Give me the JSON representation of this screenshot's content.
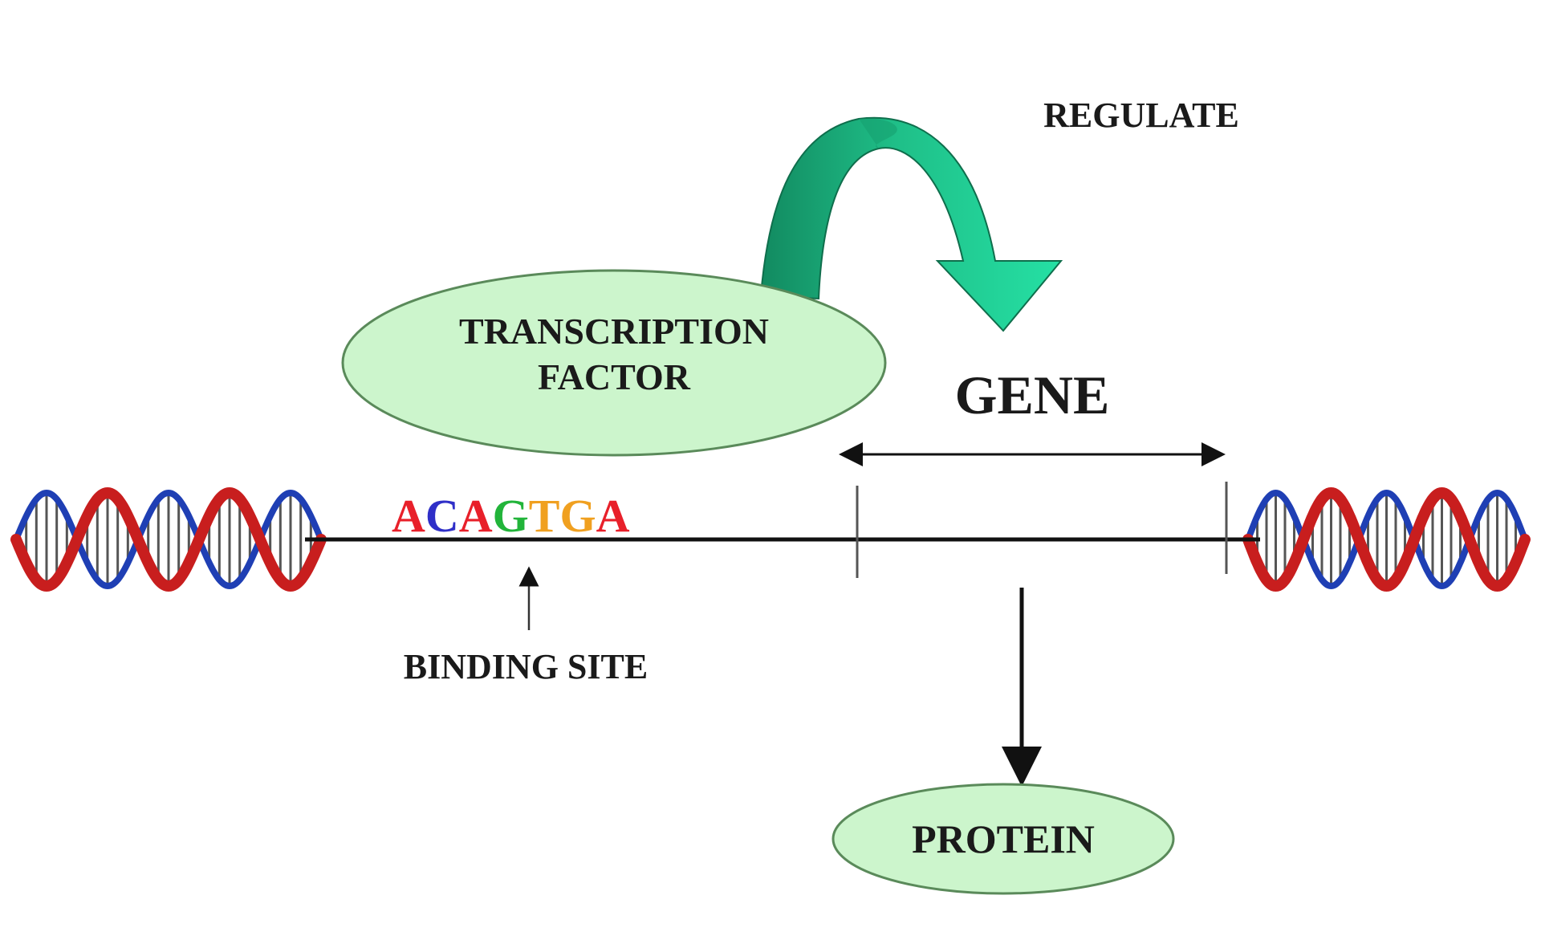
{
  "labels": {
    "regulate": "REGULATE",
    "transcription_factor_line1": "TRANSCRIPTION",
    "transcription_factor_line2": "FACTOR",
    "gene": "GENE",
    "binding_site": "BINDING SITE",
    "protein": "PROTEIN"
  },
  "sequence": [
    {
      "base": "A",
      "color": "#e8202a"
    },
    {
      "base": "C",
      "color": "#2f2fc8"
    },
    {
      "base": "A",
      "color": "#e8202a"
    },
    {
      "base": "G",
      "color": "#22b43a"
    },
    {
      "base": "T",
      "color": "#f0a020"
    },
    {
      "base": "G",
      "color": "#f0a020"
    },
    {
      "base": "A",
      "color": "#e8202a"
    }
  ],
  "colors": {
    "ellipse_fill": "#ccf5cc",
    "ellipse_stroke": "#5a8a5a",
    "arrow_light": "#1fd49a",
    "arrow_dark": "#159a6c",
    "helix_red": "#c81e1e",
    "helix_blue": "#1f3fb4",
    "line": "#111111"
  }
}
